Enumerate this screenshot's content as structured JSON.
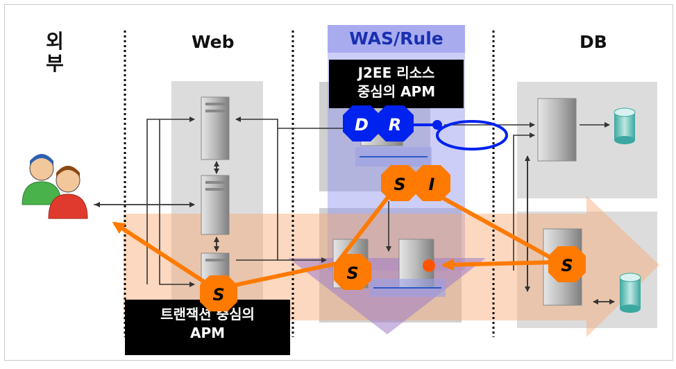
{
  "columns": {
    "external": [
      "외",
      "부"
    ],
    "web": "Web",
    "was": "WAS/Rule",
    "db": "DB"
  },
  "labels": {
    "j2ee_line1": "J2EE 리소스",
    "j2ee_line2": "중심의 APM",
    "txn_line1": "트랜잭션 중심의",
    "txn_line2": "APM"
  },
  "badges": {
    "d": "D",
    "r": "R",
    "s": "S",
    "i": "I"
  },
  "colors": {
    "orange": "#ff7a00",
    "orange_band": "#f7c9a4",
    "blue": "#0022ee",
    "blue_panel": "#b7b9f3",
    "gray_panel": "#dcdcdc",
    "purple": "#a07cc6"
  }
}
